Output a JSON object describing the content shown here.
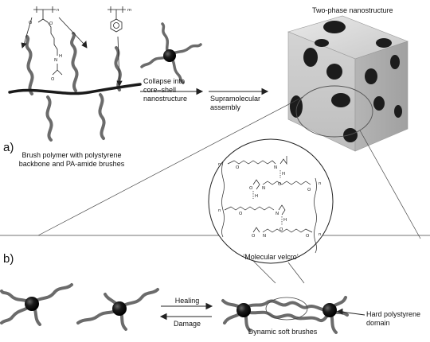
{
  "panels": {
    "a": "a)",
    "b": "b)"
  },
  "captions": {
    "brush_polymer": "Brush polymer with polystyrene backbone and PA-amide brushes",
    "collapse": "Collapse into core–shell nanostructure",
    "supramolecular": "Supramolecular assembly",
    "two_phase": "Two-phase nanostructure",
    "velcro": "‘Molecular velcro’",
    "healing": "Healing",
    "damage": "Damage",
    "dynamic_soft": "Dynamic soft brushes",
    "hard_domain": "Hard polystyrene domain"
  },
  "chem_labels": {
    "n": "n",
    "m": "m",
    "o": "O",
    "h": "H",
    "nitrogen": "N"
  },
  "colors": {
    "chain": "#6b6b6b",
    "core": "#111111",
    "backbone": "#1a1a1a",
    "cube_face": "#c9c9c9",
    "domain": "#1c1c1c"
  }
}
